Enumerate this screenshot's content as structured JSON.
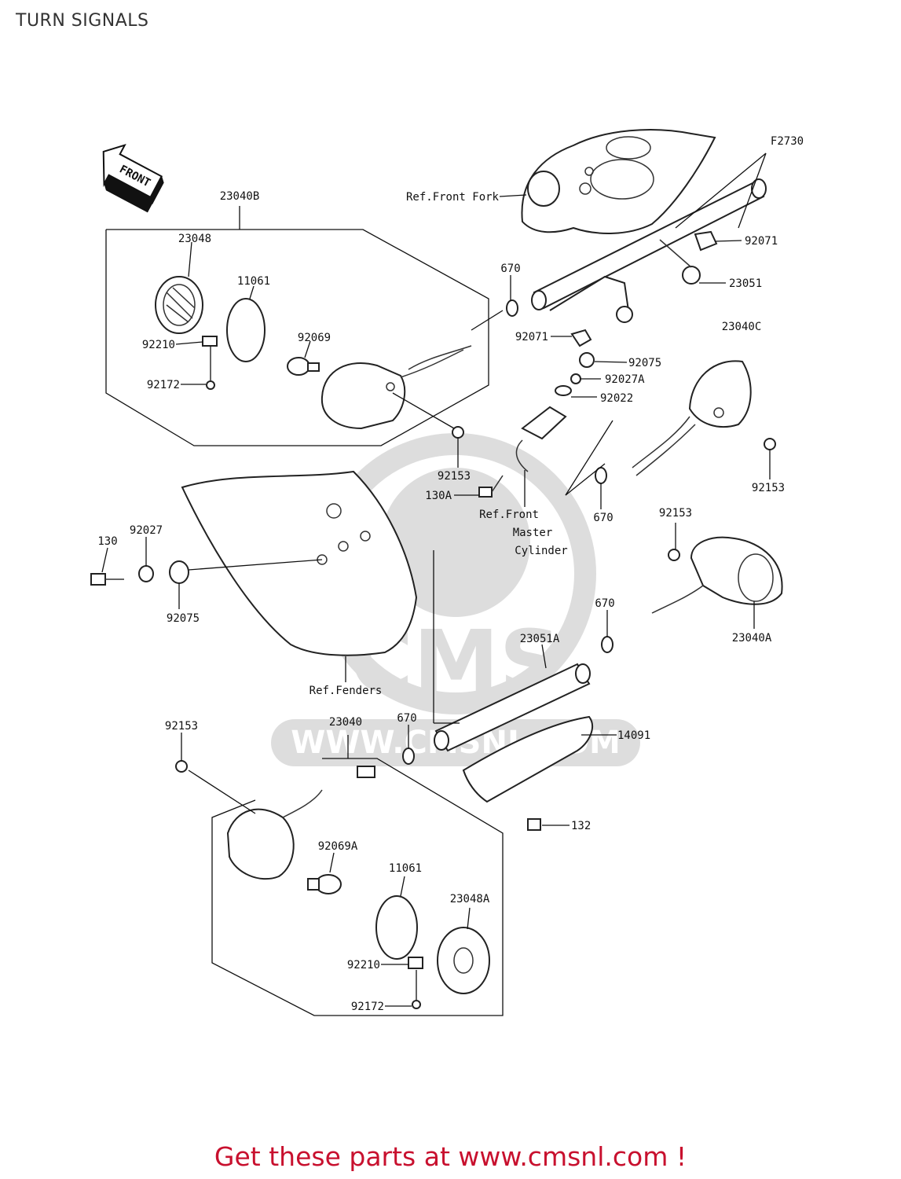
{
  "header": {
    "title": "TURN SIGNALS"
  },
  "diagram": {
    "figure_code": "F2730",
    "front_marker": "FRONT",
    "watermark": {
      "name": "CMS",
      "url": "WWW.CMSNL.COM"
    },
    "callouts": [
      {
        "id": "c01",
        "text": "23040B"
      },
      {
        "id": "c02",
        "text": "23048"
      },
      {
        "id": "c03",
        "text": "11061"
      },
      {
        "id": "c04",
        "text": "92069"
      },
      {
        "id": "c05",
        "text": "92210"
      },
      {
        "id": "c06",
        "text": "92172"
      },
      {
        "id": "c07",
        "text": "670"
      },
      {
        "id": "c08",
        "text": "Ref.Front Fork"
      },
      {
        "id": "c09",
        "text": "92071"
      },
      {
        "id": "c10",
        "text": "23051"
      },
      {
        "id": "c11",
        "text": "92071"
      },
      {
        "id": "c12",
        "text": "92075"
      },
      {
        "id": "c13",
        "text": "92027A"
      },
      {
        "id": "c14",
        "text": "92022"
      },
      {
        "id": "c15",
        "text": "23040C"
      },
      {
        "id": "c16",
        "text": "92153"
      },
      {
        "id": "c17",
        "text": "92153"
      },
      {
        "id": "c18",
        "text": "130A"
      },
      {
        "id": "c19",
        "text": "Ref.Front"
      },
      {
        "id": "c20",
        "text": "Master"
      },
      {
        "id": "c21",
        "text": "Cylinder"
      },
      {
        "id": "c22",
        "text": "670"
      },
      {
        "id": "c23",
        "text": "92153"
      },
      {
        "id": "c24",
        "text": "130"
      },
      {
        "id": "c25",
        "text": "92027"
      },
      {
        "id": "c26",
        "text": "92075"
      },
      {
        "id": "c27",
        "text": "670"
      },
      {
        "id": "c28",
        "text": "23040A"
      },
      {
        "id": "c29",
        "text": "23051A"
      },
      {
        "id": "c30",
        "text": "Ref.Fenders"
      },
      {
        "id": "c31",
        "text": "92153"
      },
      {
        "id": "c32",
        "text": "23040"
      },
      {
        "id": "c33",
        "text": "670"
      },
      {
        "id": "c34",
        "text": "14091"
      },
      {
        "id": "c35",
        "text": "132"
      },
      {
        "id": "c36",
        "text": "92069A"
      },
      {
        "id": "c37",
        "text": "11061"
      },
      {
        "id": "c38",
        "text": "23048A"
      },
      {
        "id": "c39",
        "text": "92210"
      },
      {
        "id": "c40",
        "text": "92172"
      }
    ]
  },
  "footer": {
    "link_text": "Get these parts at www.cmsnl.com !"
  }
}
